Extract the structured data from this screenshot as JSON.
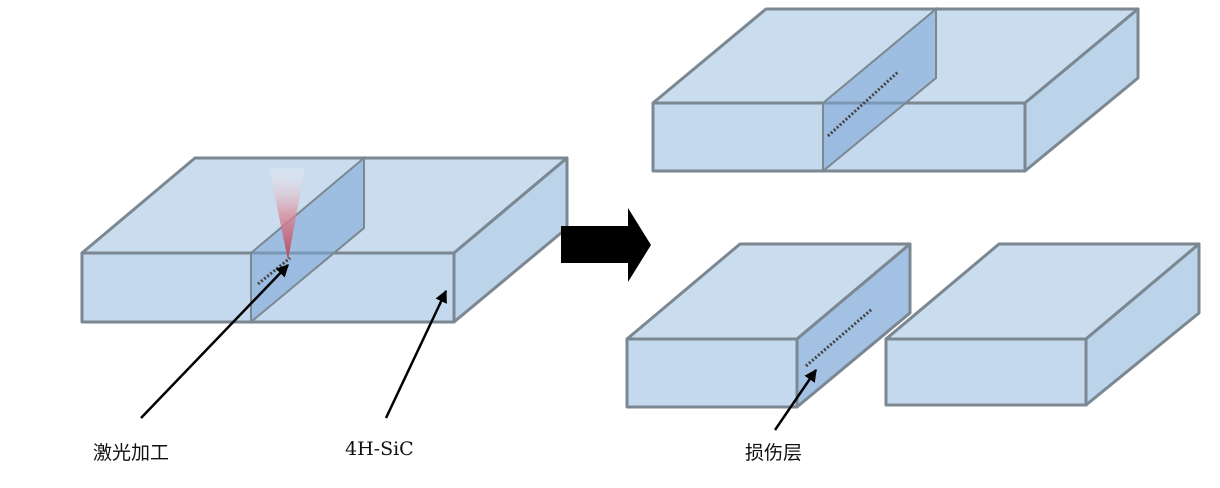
{
  "labels": {
    "laser_processing": "激光加工",
    "material": "4H-SiC",
    "damage_layer": "损伤层"
  },
  "colors": {
    "block_fill": "#c9ddef",
    "block_stroke": "#7b8791",
    "slice_fill": "#a3c1e2",
    "laser": "#c05a6e",
    "arrow": "#000000"
  }
}
